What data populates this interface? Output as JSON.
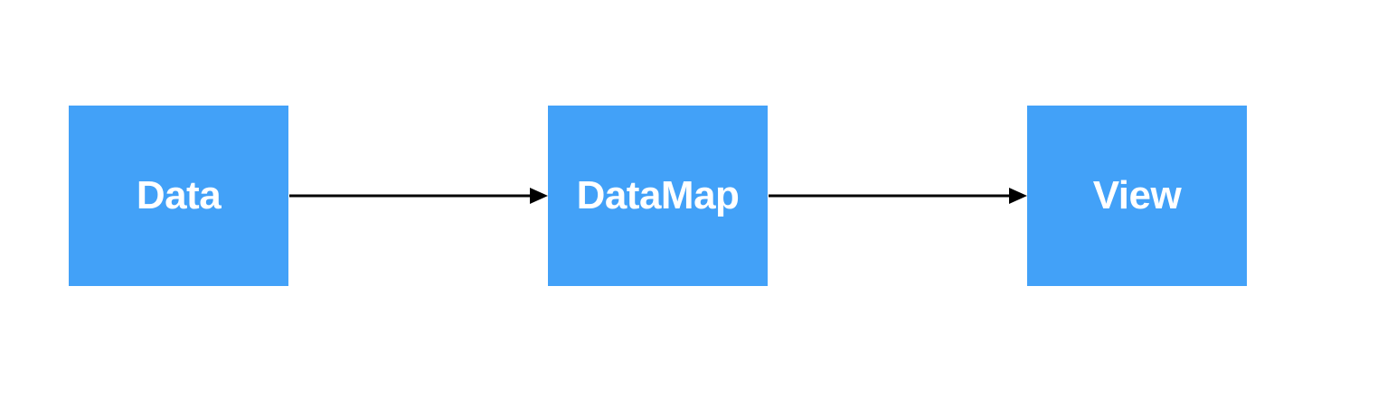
{
  "colors": {
    "node_fill": "#42A1F8",
    "node_text": "#FFFFFF",
    "arrow": "#000000",
    "background": "#FFFFFF"
  },
  "nodes": [
    {
      "label": "Data"
    },
    {
      "label": "DataMap"
    },
    {
      "label": "View"
    }
  ],
  "edges": [
    {
      "from": "Data",
      "to": "DataMap"
    },
    {
      "from": "DataMap",
      "to": "View"
    }
  ]
}
